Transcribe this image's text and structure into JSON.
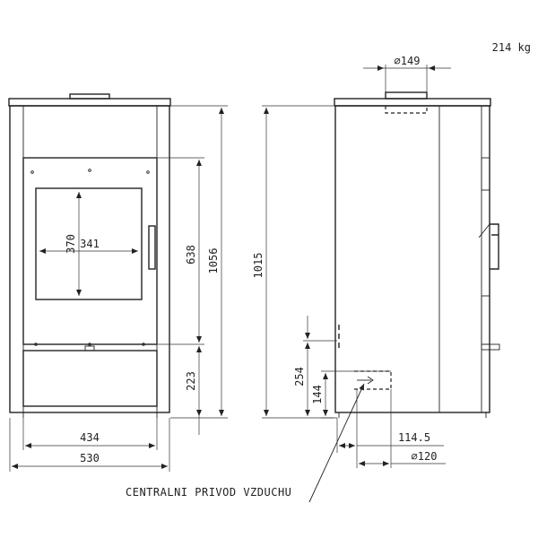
{
  "weight": "214 kg",
  "caption": "CENTRALNI PRIVOD VZDUCHU",
  "dimensions": {
    "flue_diameter": "∅149",
    "glass_height": "370",
    "glass_width": "341",
    "door_height": "638",
    "total_height_front": "1056",
    "base_height": "223",
    "inner_width": "434",
    "total_width": "530",
    "total_height_side": "1015",
    "air_inlet_height": "254",
    "air_inlet_center": "144",
    "air_inlet_offset": "114.5",
    "air_inlet_diameter": "∅120"
  }
}
